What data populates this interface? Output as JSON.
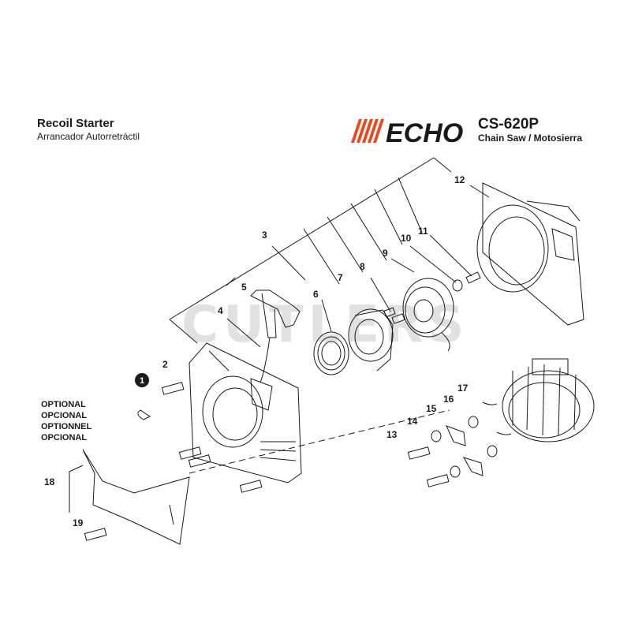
{
  "header": {
    "title": "Recoil Starter",
    "subtitle": "Arrancador Autorretráctil",
    "brand": "ECHO",
    "model": "CS-620P",
    "model_desc": "Chain Saw / Motosierra"
  },
  "watermark": "CUTLERS",
  "optional_note": [
    "OPTIONAL",
    "OPCIONAL",
    "OPTIONNEL",
    "OPCIONAL"
  ],
  "callout_note": "1",
  "part_numbers": {
    "p2": "2",
    "p3": "3",
    "p4": "4",
    "p5": "5",
    "p6": "6",
    "p7": "7",
    "p8": "8",
    "p9": "9",
    "p10": "10",
    "p11": "11",
    "p12": "12",
    "p13": "13",
    "p14": "14",
    "p15": "15",
    "p16": "16",
    "p17": "17",
    "p18": "18",
    "p19": "19"
  },
  "colors": {
    "brand_accent": "#e8491d",
    "ink": "#1a1a1a"
  }
}
